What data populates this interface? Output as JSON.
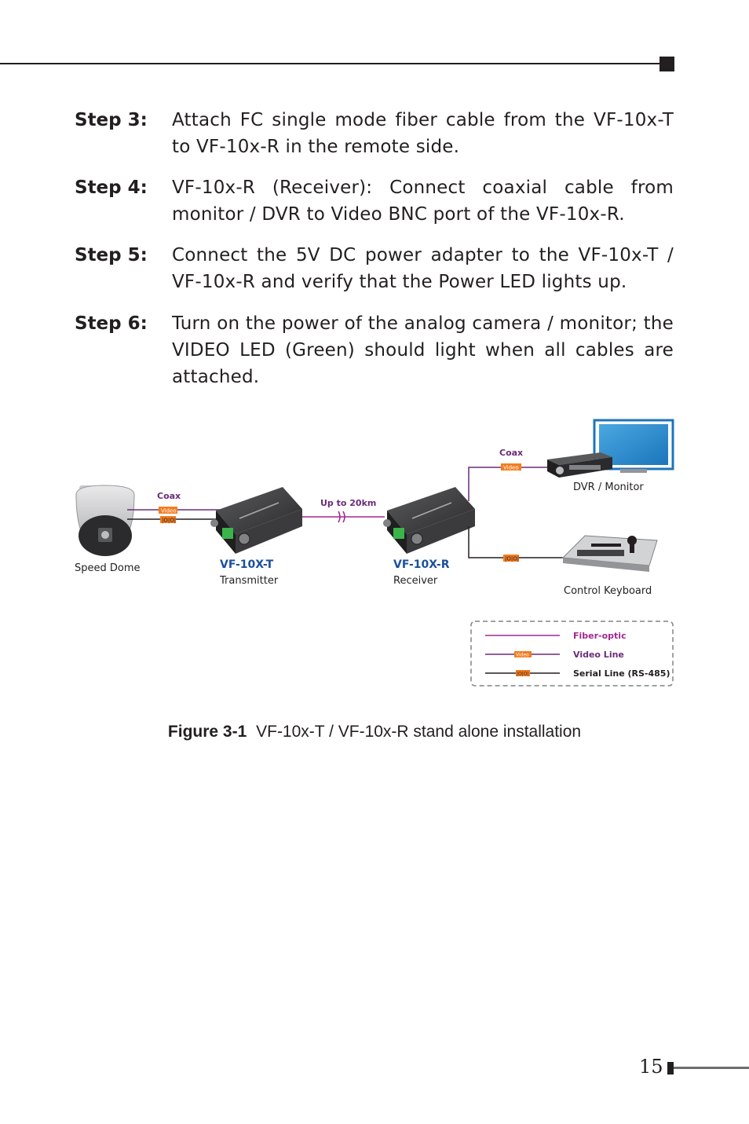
{
  "steps": [
    {
      "label": "Step 3:",
      "text": "Attach FC single mode fiber cable from the VF-10x-T to VF-10x-R in the remote side."
    },
    {
      "label": "Step 4:",
      "text": "VF-10x-R (Receiver): Connect coaxial cable from monitor / DVR to Video BNC port of the VF-10x-R."
    },
    {
      "label": "Step 5:",
      "text": "Connect the 5V DC power adapter to the VF-10x-T / VF-10x-R and verify that the Power LED lights up."
    },
    {
      "label": "Step 6:",
      "text": "Turn on the power of the analog camera / monitor; the VIDEO LED (Green) should light when all cables are attached."
    }
  ],
  "diagram": {
    "speed_dome_label": "Speed Dome",
    "coax_label_left": "Coax",
    "coax_label_right": "Coax",
    "video_tag": "Video",
    "serial_tag": "|O|O|",
    "distance_label": "Up to 20km",
    "transmitter_model": "VF-10X-T",
    "transmitter_role": "Transmitter",
    "receiver_model": "VF-10X-R",
    "receiver_role": "Receiver",
    "dvr_label": "DVR / Monitor",
    "keyboard_label": "Control Keyboard",
    "legend": {
      "fiber": "Fiber-optic",
      "video": "Video Line",
      "serial": "Serial Line (RS-485)"
    },
    "colors": {
      "fiber": "#a0298f",
      "video": "#6a2c7a",
      "tag": "#f47c20",
      "model_label": "#1c4f9c"
    }
  },
  "caption": {
    "number": "Figure 3-1",
    "text": "VF-10x-T / VF-10x-R stand alone installation"
  },
  "page_number": "15"
}
